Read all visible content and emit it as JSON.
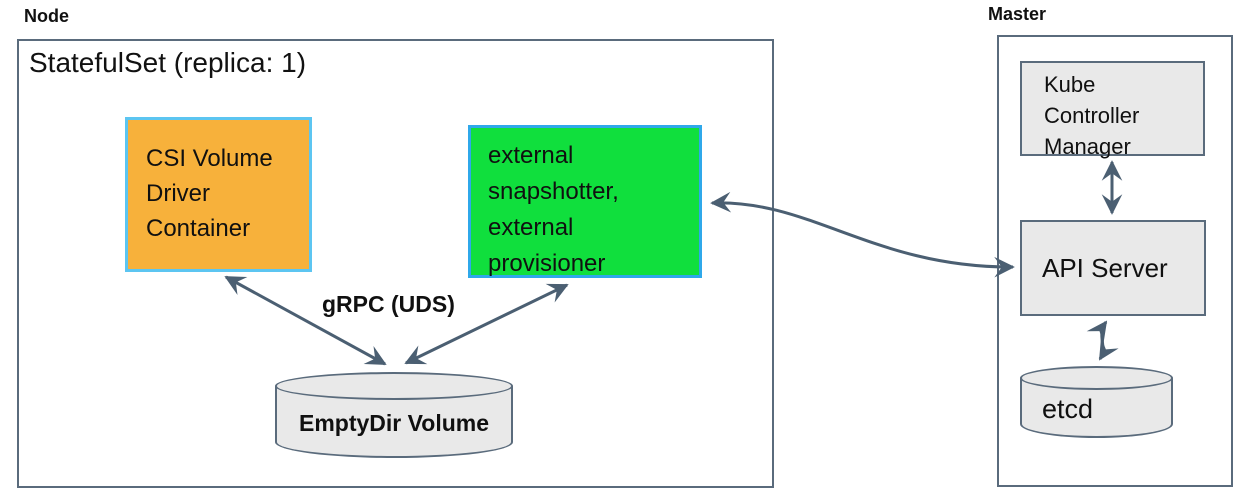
{
  "node": {
    "label": "Node",
    "statefulset_label": "StatefulSet (replica: 1)",
    "csi_driver_label": "CSI Volume Driver Container",
    "sidecars_label": "external snapshotter, external provisioner",
    "emptydir_label": "EmptyDir Volume",
    "grpc_label": "gRPC (UDS)"
  },
  "master": {
    "label": "Master",
    "kcm_label": "Kube Controller Manager",
    "api_server_label": "API Server",
    "etcd_label": "etcd"
  },
  "arrows": [
    {
      "name": "csi-driver-to-emptydir",
      "type": "double-headed"
    },
    {
      "name": "sidecars-to-emptydir",
      "type": "double-headed"
    },
    {
      "name": "sidecars-to-api-server",
      "type": "double-headed"
    },
    {
      "name": "kcm-to-api-server",
      "type": "double-headed"
    },
    {
      "name": "api-server-to-etcd",
      "type": "double-headed"
    }
  ],
  "colors": {
    "csi_fill": "#F7B13B",
    "csi_border": "#5CC5F1",
    "sidecar_fill": "#10DF3D",
    "sidecar_border": "#2FA8EA",
    "gray_fill": "#E9E9E9",
    "gray_border": "#5A6B7C",
    "frame_border": "#5A6B7C",
    "arrow": "#4B5F72",
    "text": "#111111"
  }
}
